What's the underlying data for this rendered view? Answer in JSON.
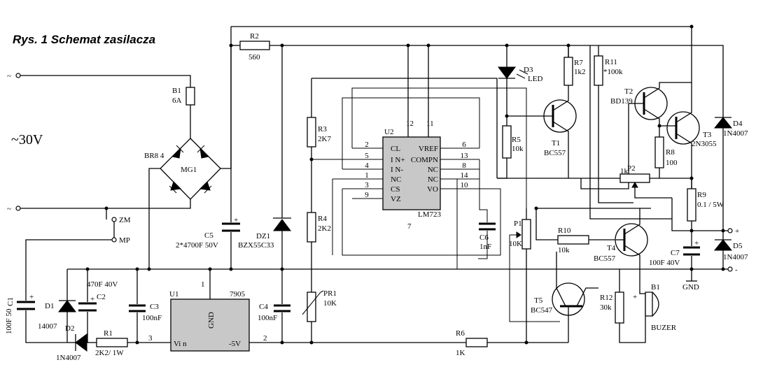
{
  "title": "Rys. 1 Schemat zasilacza",
  "input": {
    "tilde_top": "~",
    "tilde_bottom": "~",
    "voltage": "~30V"
  },
  "switch": {
    "zm": "ZM",
    "mp": "MP"
  },
  "bridge": {
    "ref": "BR8 4",
    "part": "MG1"
  },
  "fuse": {
    "ref": "B1",
    "value": "6A"
  },
  "c5": {
    "ref": "C5",
    "value": "2*4700F 50V"
  },
  "dz1": {
    "ref": "DZ1",
    "value": "BZX55C33"
  },
  "r2": {
    "ref": "R2",
    "value": "560"
  },
  "r3": {
    "ref": "R3",
    "value": "2K7"
  },
  "r4": {
    "ref": "R4",
    "value": "2K2"
  },
  "pr1": {
    "ref": "PR1",
    "value": "10K"
  },
  "u2": {
    "ref": "U2",
    "part": "LM723",
    "pins_left": [
      {
        "num": "2",
        "name": "CL"
      },
      {
        "num": "5",
        "name": "I N+"
      },
      {
        "num": "4",
        "name": "I N-"
      },
      {
        "num": "1",
        "name": "NC"
      },
      {
        "num": "3",
        "name": "CS"
      },
      {
        "num": "9",
        "name": "VZ"
      }
    ],
    "pins_right": [
      {
        "num": "6",
        "name": "VREF"
      },
      {
        "num": "13",
        "name": "COMPN"
      },
      {
        "num": "8",
        "name": "NC"
      },
      {
        "num": "14",
        "name": "NC"
      },
      {
        "num": "10",
        "name": "VO"
      }
    ],
    "pin_top_a": "12",
    "pin_top_b": "11",
    "pin_bottom": "7"
  },
  "c6": {
    "ref": "C6",
    "value": "1nF"
  },
  "d3": {
    "ref": "D3",
    "value": "LED"
  },
  "r5": {
    "ref": "R5",
    "value": "10k"
  },
  "t1": {
    "ref": "T1",
    "value": "BC557"
  },
  "r7": {
    "ref": "R7",
    "value": "1k2"
  },
  "r11": {
    "ref": "R11",
    "value": "*100k"
  },
  "t2": {
    "ref": "T2",
    "value": "BD139"
  },
  "t3": {
    "ref": "T3",
    "value": "2N3055"
  },
  "r8": {
    "ref": "R8",
    "value": "100"
  },
  "p2": {
    "ref": "P2",
    "value": "1k"
  },
  "r9": {
    "ref": "R9",
    "value": "0.1 / 5W"
  },
  "d4": {
    "ref": "D4",
    "value": "1N4007"
  },
  "d5": {
    "ref": "D5",
    "value": "1N4007"
  },
  "c7": {
    "ref": "C7",
    "value": "100F 40V"
  },
  "out": {
    "plus": "+",
    "minus": "-",
    "gnd": "GND"
  },
  "p1": {
    "ref": "P1",
    "value": "10K"
  },
  "r10": {
    "ref": "R10",
    "value": "10k"
  },
  "t4": {
    "ref": "T4",
    "value": "BC557"
  },
  "t5": {
    "ref": "T5",
    "value": "BC547"
  },
  "r12": {
    "ref": "R12",
    "value": "30k"
  },
  "buzzer": {
    "ref": "B1",
    "value": "BUZER",
    "plus": "+"
  },
  "r6": {
    "ref": "R6",
    "value": "1K"
  },
  "u1": {
    "ref": "U1",
    "part": "7905",
    "gnd": "GND",
    "vin": "Vi n",
    "vout": "-5V",
    "pin1": "1",
    "pin2": "2",
    "pin3": "3"
  },
  "c1": {
    "ref": "C1",
    "value": "100F 50"
  },
  "d1": {
    "ref": "D1",
    "value": "14007"
  },
  "d2": {
    "ref": "D2",
    "value": "1N4007"
  },
  "c2": {
    "ref": "C2",
    "value": "470F 40V"
  },
  "c3": {
    "ref": "C3",
    "value": "100nF"
  },
  "r1": {
    "ref": "R1",
    "value": "2K2/ 1W"
  },
  "c4": {
    "ref": "C4",
    "value": "100nF"
  }
}
